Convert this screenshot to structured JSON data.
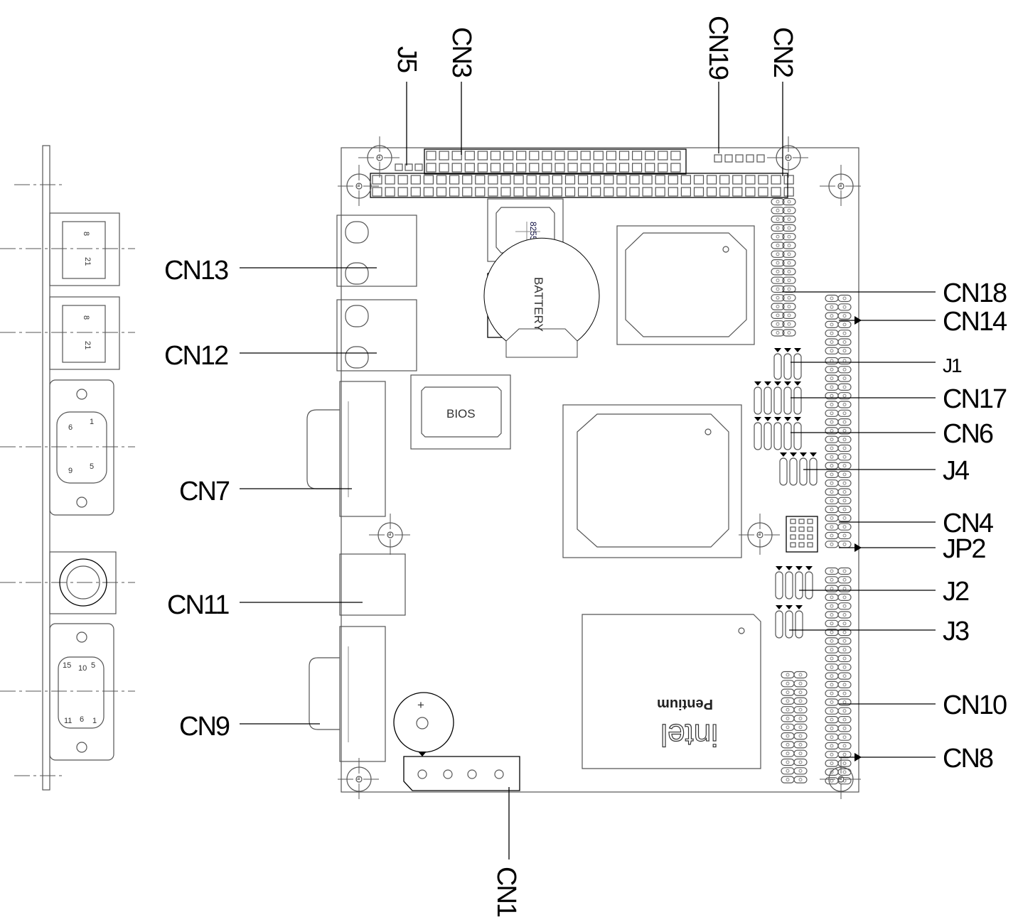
{
  "labels": {
    "left": [
      "CN13",
      "CN12",
      "CN7",
      "CN11",
      "CN9"
    ],
    "right": [
      "CN18",
      "CN14",
      "J1",
      "CN17",
      "CN6",
      "J4",
      "CN4",
      "JP2",
      "J2",
      "J3",
      "CN10",
      "CN8"
    ],
    "top": [
      "J5",
      "CN3",
      "CN19",
      "CN2"
    ],
    "bottom": [
      "CN1"
    ]
  },
  "chips": {
    "lan": "82559",
    "battery": "BATTERY",
    "bios": "BIOS",
    "cpu_brand": "intel",
    "cpu_model": "Pentium"
  },
  "pin_marks": {
    "rj45_top": "8",
    "rj45_bottom": "21",
    "db9": [
      "1",
      "5",
      "6",
      "9"
    ],
    "vga": [
      "5",
      "10",
      "15",
      "1",
      "6",
      "11"
    ],
    "buzzer_plus": "+"
  }
}
